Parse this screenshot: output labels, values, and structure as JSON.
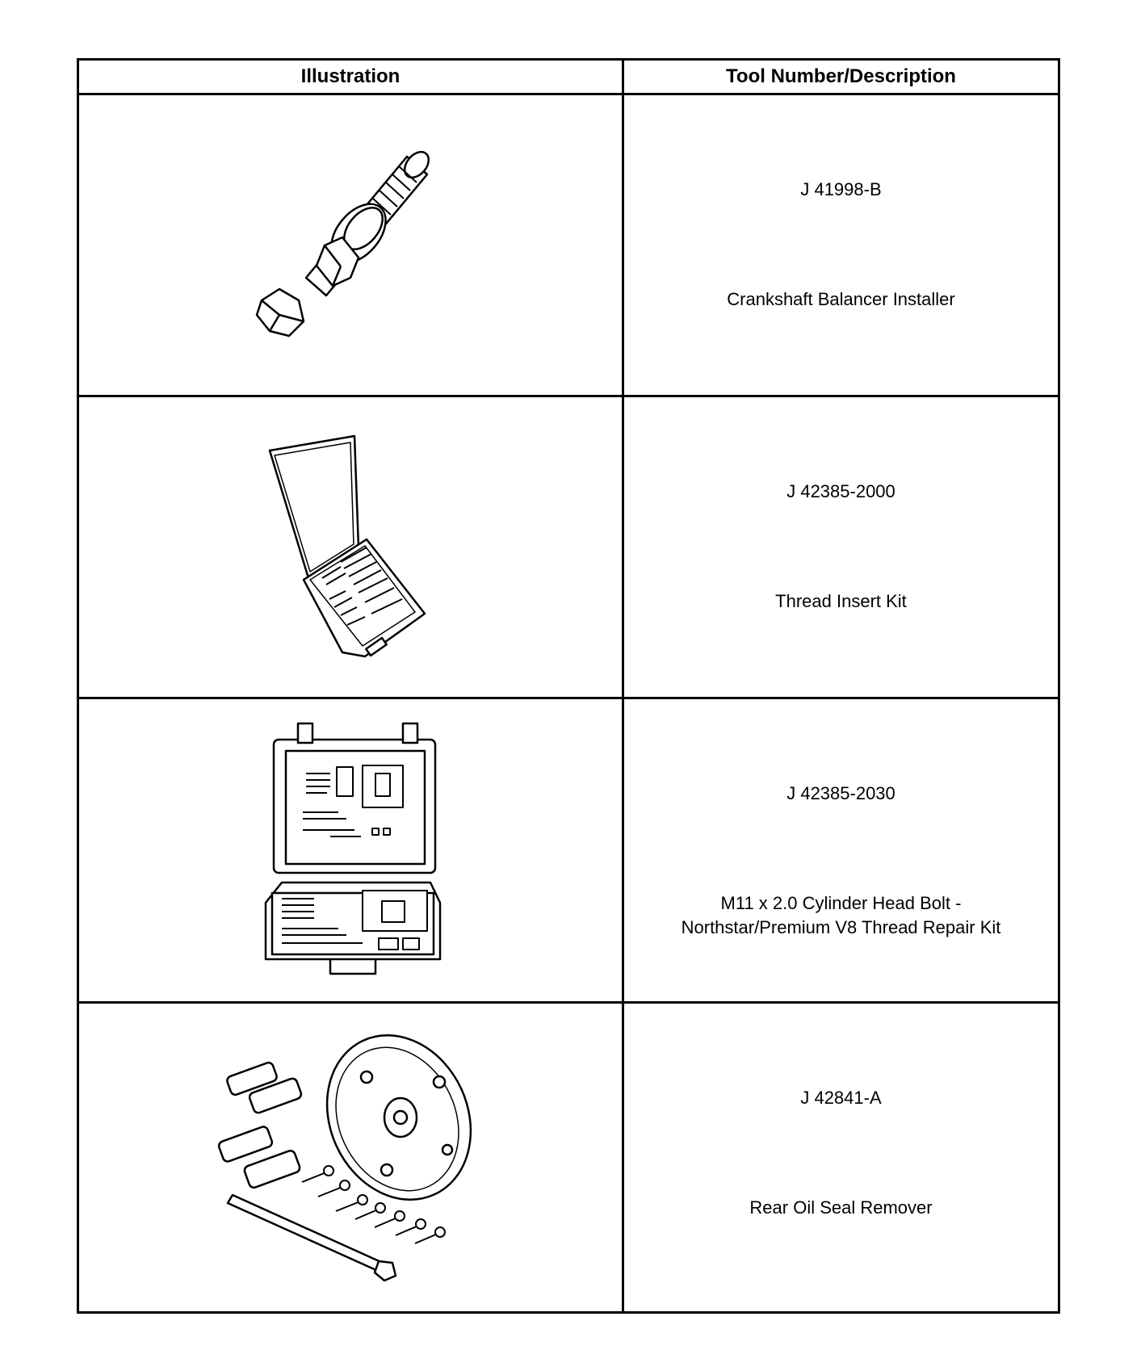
{
  "table": {
    "headers": {
      "illustration": "Illustration",
      "tool": "Tool Number/Description"
    },
    "rows": [
      {
        "tool_number": "J 41998-B",
        "description": "Crankshaft Balancer Installer",
        "icon": "balancer-installer-bolt-icon"
      },
      {
        "tool_number": "J 42385-2000",
        "description": "Thread Insert Kit",
        "icon": "thread-insert-kit-case-icon"
      },
      {
        "tool_number": "J 42385-2030",
        "description_lines": [
          "M11 x 2.0 Cylinder Head Bolt -",
          "Northstar/Premium V8 Thread Repair Kit"
        ],
        "icon": "thread-repair-kit-case-icon"
      },
      {
        "tool_number": "J 42841-A",
        "description": "Rear Oil Seal Remover",
        "icon": "rear-oil-seal-remover-icon"
      }
    ]
  }
}
